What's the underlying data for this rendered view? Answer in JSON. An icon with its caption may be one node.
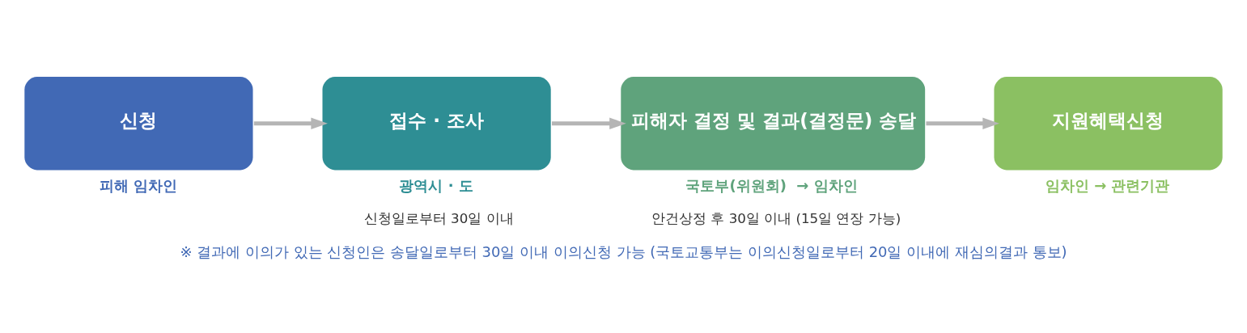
{
  "diagram": {
    "caption": "※ 결과에 이의가 있는 신청인은 송달일로부터 30일 이내 이의신청 가능 (국토교통부는 이의신청일로부터 20일 이내에 재심의결과 통보)",
    "nodes": [
      {
        "text": [
          "신청"
        ],
        "beside": [
          "피해 임차인"
        ]
      },
      {
        "text": [
          "접수 · 조사"
        ],
        "beside": [
          "광역시 · 도",
          "신청일로부터 30일 이내"
        ]
      },
      {
        "text": [
          "피해자 결정 및 결과(결정문) 송달"
        ],
        "beside": [
          "국토부(위원회)  → 임차인",
          "안건상정 후 30일 이내 (15일 연장 가능)"
        ]
      },
      {
        "text": [
          "지원혜택신청"
        ],
        "beside": [
          "임차인 → 관련기관"
        ]
      }
    ],
    "edges": [
      {
        "from": 0,
        "to": 1,
        "arrow": "to"
      },
      {
        "from": 1,
        "to": 2,
        "arrow": "to"
      },
      {
        "from": 2,
        "to": 3,
        "arrow": "to"
      }
    ]
  }
}
